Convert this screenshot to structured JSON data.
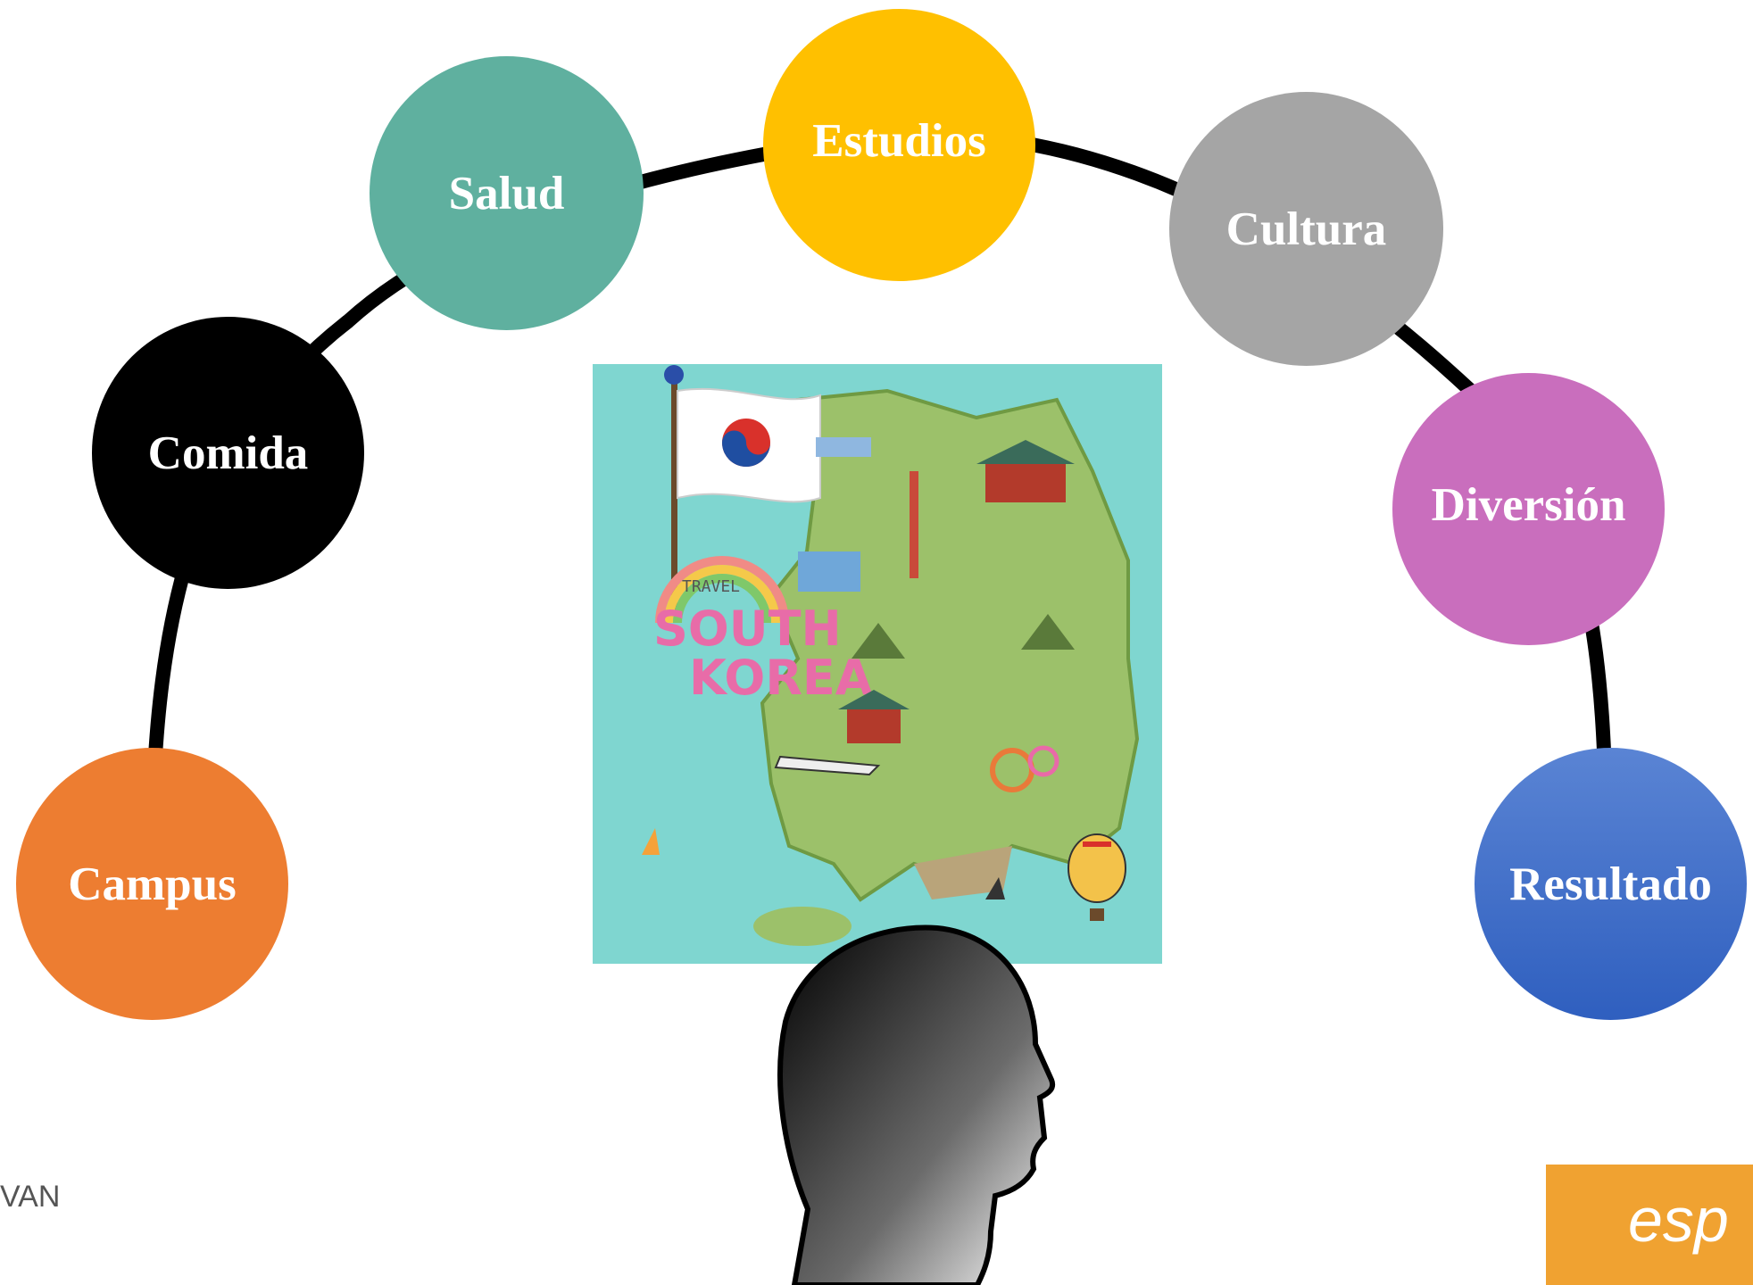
{
  "nodes": [
    {
      "label": "Campus",
      "color": "#ed7d31"
    },
    {
      "label": "Comida",
      "color": "#000000"
    },
    {
      "label": "Salud",
      "color": "#5fb09f"
    },
    {
      "label": "Estudios",
      "color": "#ffc000"
    },
    {
      "label": "Cultura",
      "color": "#a5a5a5"
    },
    {
      "label": "Diversión",
      "color": "#c96ebd"
    },
    {
      "label": "Resultado",
      "color": "#3b6fc4"
    }
  ],
  "map": {
    "travel_text": "TRAVEL",
    "title_line1": "SOUTH",
    "title_line2": "KOREA"
  },
  "footer": {
    "left_fragment": "VAN",
    "logo_fragment": "esp"
  }
}
